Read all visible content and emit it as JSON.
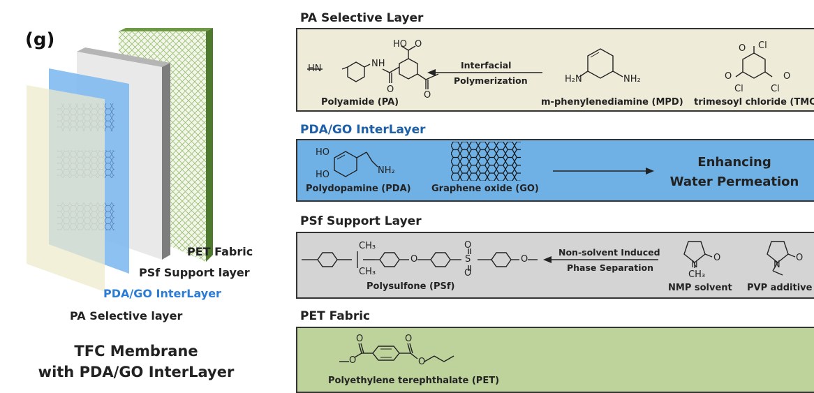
{
  "panel_label": "(g)",
  "stack": {
    "pet_label": "PET Fabric",
    "psf_label": "PSf Support layer",
    "pdago_label": "PDA/GO InterLayer",
    "pa_label": "PA Selective layer",
    "caption_line1": "TFC Membrane",
    "caption_line2": "with PDA/GO InterLayer"
  },
  "sections": {
    "pa": {
      "title": "PA Selective Layer",
      "product": "Polyamide (PA)",
      "arrow_line1": "Interfacial",
      "arrow_line2": "Polymerization",
      "mpd": "m-phenylenediamine (MPD)",
      "tmc": "trimesoyl chloride (TMC)",
      "color_bg": "#eeebd9"
    },
    "pdago": {
      "title": "PDA/GO InterLayer",
      "pda": "Polydopamine (PDA)",
      "go": "Graphene oxide (GO)",
      "result_line1": "Enhancing",
      "result_line2": "Water Permeation",
      "color_bg": "#6fb0e5",
      "title_color": "#1d5fa8"
    },
    "psf": {
      "title": "PSf Support Layer",
      "product": "Polysulfone (PSf)",
      "arrow_line1": "Non-solvent Induced",
      "arrow_line2": "Phase Separation",
      "nmp": "NMP solvent",
      "pvp": "PVP additive",
      "color_bg": "#d4d4d4"
    },
    "pet": {
      "title": "PET Fabric",
      "product": "Polyethylene terephthalate (PET)",
      "color_bg": "#bdd39b"
    }
  },
  "chem_labels": {
    "ho": "HO",
    "o": "O",
    "hn": "HN",
    "nh": "NH",
    "h2n": "H₂N",
    "nh2": "NH₂",
    "cl": "Cl",
    "nh2_pda": "NH₂",
    "ch3": "CH₃",
    "s": "S",
    "n": "N"
  }
}
